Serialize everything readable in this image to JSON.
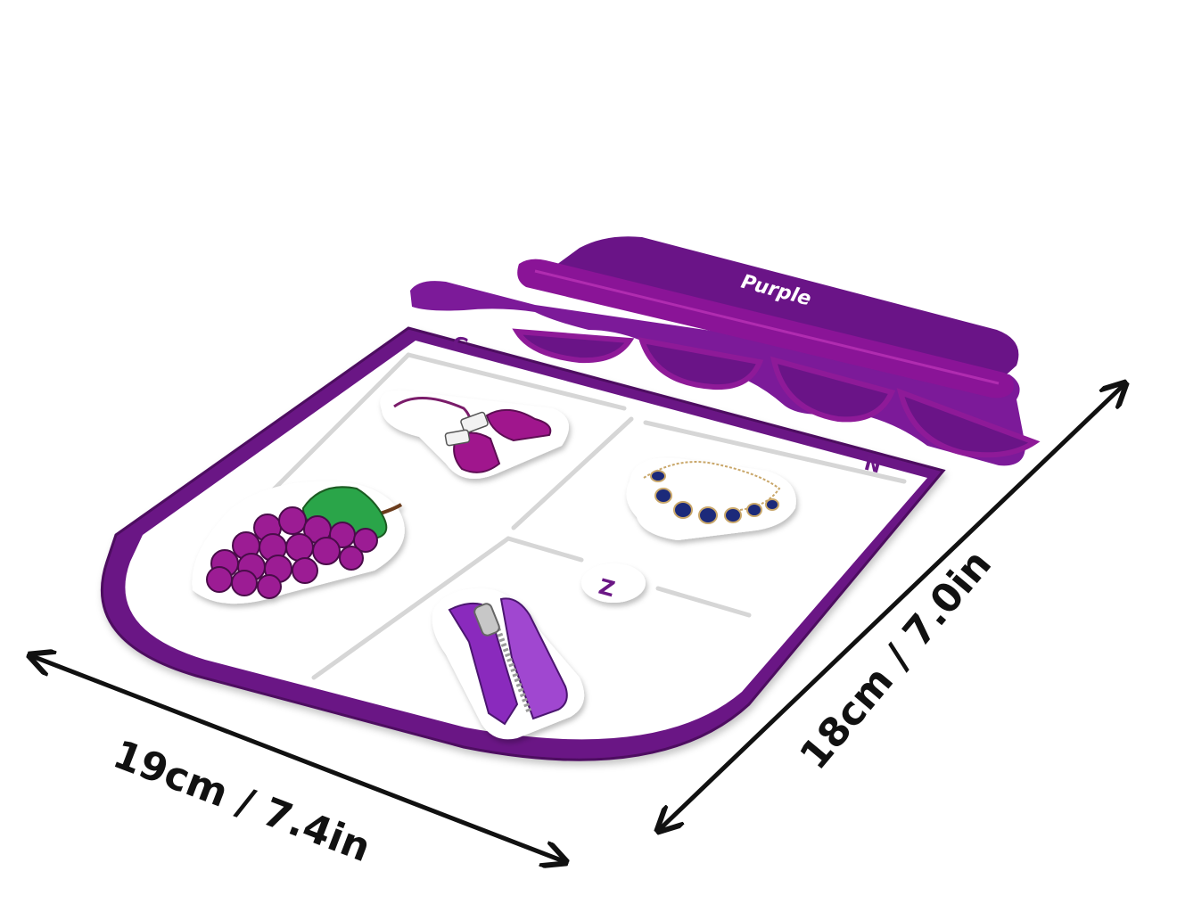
{
  "lid": {
    "label": "Purple",
    "colors": {
      "dark": "#6a1487",
      "mid": "#7c1a99",
      "light": "#9a1a9c",
      "band": "#8a1497"
    }
  },
  "board": {
    "border_color": "#6b1785",
    "fill": "#ffffff",
    "groove": "#d9d9d9"
  },
  "letters": {
    "g": "G",
    "n": "N",
    "z": "Z"
  },
  "pieces": [
    {
      "name": "gloves-piece",
      "icon": "gloves-icon"
    },
    {
      "name": "grapes-piece",
      "icon": "grapes-icon"
    },
    {
      "name": "necklace-piece",
      "icon": "necklace-icon"
    },
    {
      "name": "zipper-piece",
      "icon": "zipper-icon"
    }
  ],
  "dimensions": {
    "width": "19cm / 7.4in",
    "height": "18cm / 7.0in"
  }
}
